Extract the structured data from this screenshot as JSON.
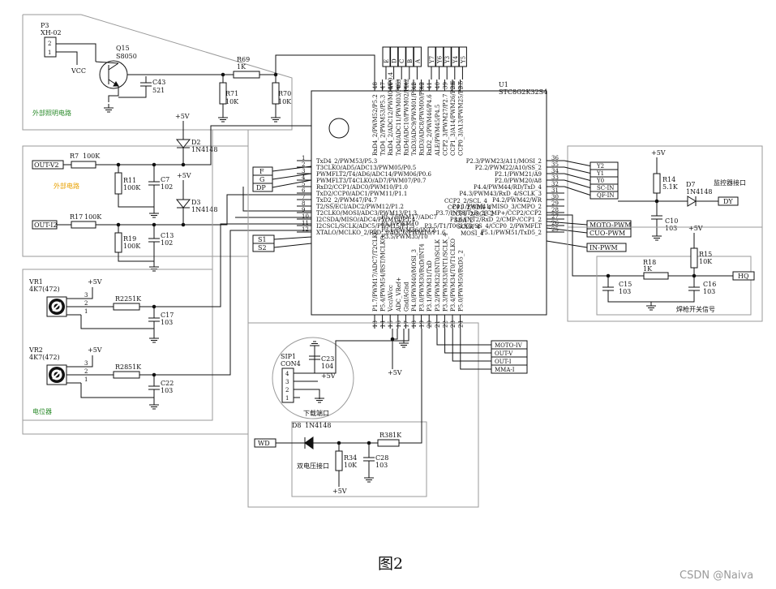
{
  "figure_caption": "图2",
  "watermark": "CSDN @Naiva",
  "mcu": {
    "ref": "U1",
    "part": "STC8G2K32S4",
    "top_pins": [
      {
        "num": "48",
        "label": "RxD4_2/PWM52/P5.2"
      },
      {
        "num": "47",
        "label": "TxD4_2/PWM53/P5.3"
      },
      {
        "num": "46",
        "label": "RxD4_2/ADC12/PWM04/P0.4"
      },
      {
        "num": "45",
        "label": "TxD4/ADC11/PWM03/P0.3"
      },
      {
        "num": "44",
        "label": "RxD4/ADC10/PWM02/P0.2"
      },
      {
        "num": "43",
        "label": "TxD3/ADC9/PWM01/P0.1"
      },
      {
        "num": "42",
        "label": "RxD3/ADC8/PWM00/P0.0"
      },
      {
        "num": "41",
        "label": "RxD2_2/PWM46/P4.6"
      },
      {
        "num": "40",
        "label": "ALE/PWM45/P4.5"
      },
      {
        "num": "39",
        "label": "CCP2_3/PWM27/P2.7"
      },
      {
        "num": "38",
        "label": "CCP1_3/A14/PWM26/P2.6"
      },
      {
        "num": "37",
        "label": "CCP0_3/A13/PWM25/P2.5"
      }
    ],
    "top_nets": [
      "E",
      "D",
      "C",
      "B",
      "A",
      "Y7",
      "Y6",
      "Y3",
      "Y4",
      "Y5"
    ],
    "left_pins": [
      {
        "num": "1",
        "label": "TxD4_2/PWM53/P5.3"
      },
      {
        "num": "2",
        "label": "T3CLKO/AD5/ADC13/PWM05/P0.5"
      },
      {
        "num": "3",
        "label": "PWMFLT2/T4/AD6/ADC14/PWM06/P0.6"
      },
      {
        "num": "4",
        "label": "PWMFLT3/T4CLKO/AD7/PWM07/P0.7"
      },
      {
        "num": "5",
        "label": "RxD2/CCP1/ADC0/PWM10/P1.0"
      },
      {
        "num": "6",
        "label": "TxD2/CCP0/ADC1/PWM11/P1.1"
      },
      {
        "num": "7",
        "label": "TxD2_2/PWM47/P4.7"
      },
      {
        "num": "8",
        "label": "T2/SS/ECI/ADC2/PWM12/P1.2"
      },
      {
        "num": "9",
        "label": "T2CLKO/MOSI/ADC3/PWM13/P1.3"
      },
      {
        "num": "10",
        "label": "I2CSDA/MISO/ADC4/PWM14/P1.4"
      },
      {
        "num": "11",
        "label": "I2CSCL/SCLK/ADC5/PWM15/P1.5"
      },
      {
        "num": "12",
        "label": "XTALO/MCLKO_2/RxD_3/ADC6/PWM16/P1.6"
      }
    ],
    "left_mid": [
      "P1.7/PWM17/ADC7",
      "P1.0/PWM10",
      "P3.6/PWM36/INT2",
      "P3.5/PWM35/T0"
    ],
    "right_pins": [
      {
        "num": "36",
        "label": "P2.3/PWM23/A11/MOSI_2"
      },
      {
        "num": "35",
        "label": "P2.2/PWM22/A10/SS_2"
      },
      {
        "num": "34",
        "label": "P2.1/PWM21/A9"
      },
      {
        "num": "33",
        "label": "P2.0/PWM20/A8"
      },
      {
        "num": "32",
        "label": "P4.4/PWM44/RD/TxD_4"
      },
      {
        "num": "31",
        "label": "P4.3/PWM43/RxD_4/SCLK_3"
      },
      {
        "num": "30",
        "label": "P4.2/PWM42/WR"
      },
      {
        "num": "29",
        "label": "P4.1/PWM41/MISO_3/CMPO_2"
      },
      {
        "num": "28",
        "label": "P3.7/INT3/TxD_2/CMP+/CCP2/CCP2"
      },
      {
        "num": "27",
        "label": "P3.6/INT2/RxD_2/CMP-/CCP1_2"
      },
      {
        "num": "26",
        "label": "P3.5/T1/T0CLKO/SS_4/CCP0_2/PWMFLT"
      },
      {
        "num": "25",
        "label": "P5.1/PWM51/TxD5_2"
      }
    ],
    "right_mid": [
      "CCP2_2/SCL_4",
      "CCP1_2/SDA_4",
      "CCP0_2/SCL_2",
      "SDA_2",
      "SCLK_4",
      "MOSI_4"
    ],
    "bottom_pins": [
      {
        "num": "13",
        "label": "P1.7/PWM17/ADC7/T2CLKO"
      },
      {
        "num": "14",
        "label": "P5.4/PWM54/RST/MCLKO"
      },
      {
        "num": "15",
        "label": "Vcc/AVcc"
      },
      {
        "num": "16",
        "label": "ADC_VRef+"
      },
      {
        "num": "17",
        "label": "Gnd/AGnd"
      },
      {
        "num": "18",
        "label": "P4.0/PWM40/MOSI_3"
      },
      {
        "num": "19",
        "label": "P3.0/PWM30/RxD/INT4"
      },
      {
        "num": "20",
        "label": "P3.1/PWM31/TxD"
      },
      {
        "num": "21",
        "label": "P3.2/PWM32/INT0/SCLK"
      },
      {
        "num": "22",
        "label": "P3.3/PWM33/INT1/SCLK_4"
      },
      {
        "num": "23",
        "label": "P3.4/PWM34/T0/T1CLKO"
      },
      {
        "num": "24",
        "label": "P5.0/PWM50/RxD5_2"
      }
    ],
    "bottom_nets": [
      "MOTO-IV",
      "OUT-V",
      "OUT-I",
      "MMA-I"
    ],
    "bottom_supply": "+5V"
  },
  "lighting": {
    "title": "外部照明电路",
    "connector_ref": "P3",
    "connector_part": "XH-02",
    "connector_pins": [
      "2",
      "1"
    ],
    "vcc": "VCC",
    "transistor_ref": "Q15",
    "transistor_part": "S8050",
    "c43_ref": "C43",
    "c43_val": "521",
    "r69_ref": "R69",
    "r69_val": "1K",
    "r71_ref": "R71",
    "r71_val": "10K",
    "r70_ref": "R70",
    "r70_val": "10K"
  },
  "output_circuit": {
    "title": "外部电路",
    "out_v2": "OUT-V2",
    "out_i2": "OUT-I2",
    "r7_ref": "R7",
    "r7_val": "100K",
    "r17_ref": "R17",
    "r17_val": "100K",
    "r11_ref": "R11",
    "r11_val": "100K",
    "r19_ref": "R19",
    "r19_val": "100K",
    "c7_ref": "C7",
    "c7_val": "102",
    "c13_ref": "C13",
    "c13_val": "102",
    "d2_ref": "D2",
    "d2_part": "1N4148",
    "d3_ref": "D3",
    "d3_part": "1N4148",
    "supply1": "+5V",
    "supply2": "+5V"
  },
  "left_nets": {
    "f": "F",
    "g": "G",
    "dp": "DP",
    "s1": "S1",
    "s2": "S2"
  },
  "potentiometer": {
    "title": "电位器",
    "vr1_ref": "VR1",
    "vr1_val": "4K7(472)",
    "vr2_ref": "VR2",
    "vr2_val": "4K7(472)",
    "r22_ref": "R22",
    "r22_val": "51K",
    "r28_ref": "R28",
    "r28_val": "51K",
    "c17_ref": "C17",
    "c17_val": "103",
    "c22_ref": "C22",
    "c22_val": "103",
    "pins": [
      "3",
      "2",
      "1"
    ],
    "supply": "+5V"
  },
  "monitor": {
    "title": "监控器接口",
    "nets": [
      "Y2",
      "Y1",
      "Y0",
      "SC-IN",
      "QF-IN"
    ],
    "dy": "DY",
    "moto_pwm": "MOTO-PWM",
    "cuo_pwm": "CUO-PWM",
    "in_pwm": "IN-PWM",
    "r14_ref": "R14",
    "r14_val": "5.1K",
    "d7_ref": "D7",
    "d7_part": "1N4148",
    "c10_ref": "C10",
    "c10_val": "103",
    "supply": "+5V"
  },
  "weld": {
    "title": "焊枪开关信号",
    "r18_ref": "R18",
    "r18_val": "1K",
    "r15_ref": "R15",
    "r15_val": "10K",
    "c15_ref": "C15",
    "c15_val": "103",
    "c16_ref": "C16",
    "c16_val": "103",
    "hq": "HQ",
    "supply": "+5V"
  },
  "download": {
    "title": "下载端口",
    "ref": "SIP1",
    "part": "CON4",
    "pins": [
      "4",
      "3",
      "2",
      "1"
    ],
    "c23_ref": "C23",
    "c23_val": "104",
    "supply": "+5V"
  },
  "dual_voltage": {
    "title": "双电压接口",
    "wd": "WD",
    "d8_ref": "D8",
    "d8_part": "1N4148",
    "r38_ref": "R38",
    "r38_val": "1K",
    "r34_ref": "R34",
    "r34_val": "10K",
    "c28_ref": "C28",
    "c28_val": "103",
    "supply": "+5V"
  }
}
